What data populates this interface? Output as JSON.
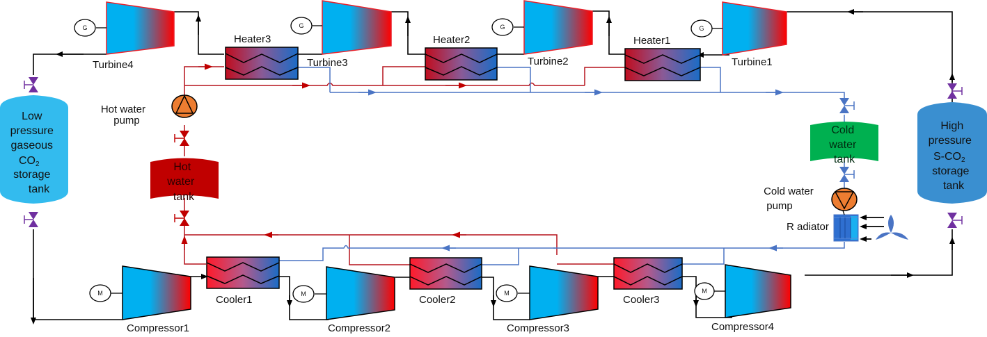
{
  "title": "Compressed CO2 energy storage system schematic",
  "turbines": [
    {
      "label": "Turbine1",
      "gen": "G"
    },
    {
      "label": "Turbine2",
      "gen": "G"
    },
    {
      "label": "Turbine3",
      "gen": "G"
    },
    {
      "label": "Turbine4",
      "gen": "G"
    }
  ],
  "heaters": [
    {
      "label": "Heater1"
    },
    {
      "label": "Heater2"
    },
    {
      "label": "Heater3"
    }
  ],
  "compressors": [
    {
      "label": "Compressor1",
      "motor": "M"
    },
    {
      "label": "Compressor2",
      "motor": "M"
    },
    {
      "label": "Compressor3",
      "motor": "M"
    },
    {
      "label": "Compressor4",
      "motor": "M"
    }
  ],
  "coolers": [
    {
      "label": "Cooler1"
    },
    {
      "label": "Cooler2"
    },
    {
      "label": "Cooler3"
    }
  ],
  "low_tank": {
    "lines": [
      "Low",
      "pressure",
      "gaseous",
      "CO",
      "storage",
      "tank"
    ],
    "sub": "2"
  },
  "high_tank": {
    "lines": [
      "High",
      "pressure",
      "S-CO",
      "storage",
      "tank"
    ],
    "sub": "2"
  },
  "hot_tank": {
    "lines": [
      "Hot",
      "water",
      "tank"
    ]
  },
  "cold_tank": {
    "lines": [
      "Cold",
      "water",
      "tank"
    ]
  },
  "hot_pump": {
    "lines": [
      "Hot water",
      "pump"
    ]
  },
  "cold_pump": {
    "lines": [
      "Cold water",
      "pump"
    ]
  },
  "radiator": {
    "label": "R adiator"
  },
  "colors": {
    "co2_pipe": "#000000",
    "hot_water": "#b5121b",
    "cold_water": "#4a74c4",
    "valve_co2": "#7030a0",
    "pump": "#ed7d31",
    "low_tank": "#33bbee",
    "high_tank": "#3a8fd0",
    "hot_tank": "#c00000",
    "cold_tank": "#00b050"
  }
}
